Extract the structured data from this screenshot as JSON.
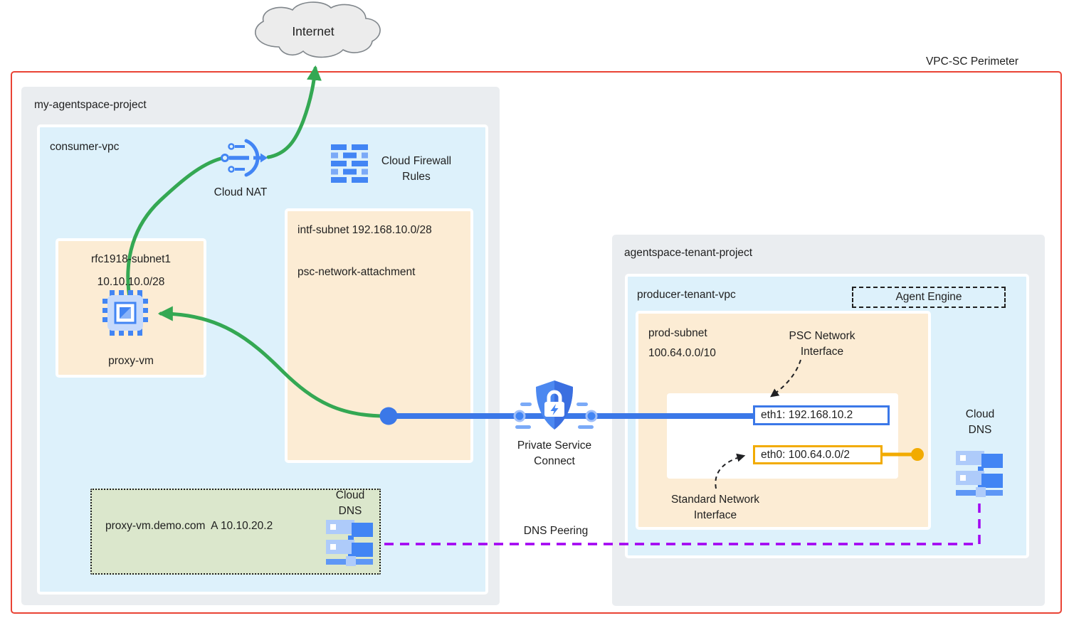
{
  "perimeter": {
    "label": "VPC-SC Perimeter"
  },
  "internet": {
    "label": "Internet"
  },
  "left_project": {
    "name": "my-agentspace-project",
    "vpc_name": "consumer-vpc",
    "cloud_nat_label": "Cloud NAT",
    "firewall_label": "Cloud Firewall\nRules",
    "intf_subnet_line1": "intf-subnet 192.168.10.0/28",
    "intf_subnet_line2": "psc-network-attachment",
    "rfc_subnet_name": "rfc1918-subnet1",
    "rfc_subnet_cidr": "10.10.10.0/28",
    "proxy_vm_label": "proxy-vm",
    "dns_record": "proxy-vm.demo.com  A 10.10.20.2",
    "dns_label": "Cloud\nDNS"
  },
  "psc": {
    "label": "Private Service\nConnect"
  },
  "dns_peering": {
    "label": "DNS Peering"
  },
  "right_project": {
    "name": "agentspace-tenant-project",
    "vpc_name": "producer-tenant-vpc",
    "agent_engine_label": "Agent Engine",
    "prod_subnet_name": "prod-subnet",
    "prod_subnet_cidr": "100.64.0.0/10",
    "psc_nic_label": "PSC Network\nInterface",
    "eth1_value": "eth1: 192.168.10.2",
    "eth0_value": "eth0: 100.64.0.0/2",
    "std_nic_label": "Standard Network\nInterface",
    "dns_label": "Cloud\nDNS"
  },
  "colors": {
    "perimeter_red": "#e94335",
    "flow_green": "#34a853",
    "psc_blue": "#4285f4",
    "blue_line": "#3b78e8",
    "dns_peering_purple": "#a200f2",
    "eth0_yellow": "#f2ab00",
    "project_gray": "#eaedf0",
    "vpc_blue": "#ddf1fb",
    "subnet_peach": "#fcecd4",
    "dns_zone_green": "#dbe7cc"
  }
}
